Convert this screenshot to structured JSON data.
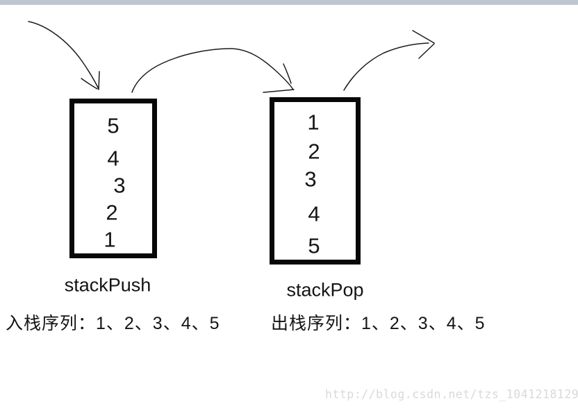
{
  "push_stack": {
    "label": "stackPush",
    "items": [
      "5",
      "4",
      "3",
      "2",
      "1"
    ],
    "sequence": "入栈序列：1、2、3、4、5"
  },
  "pop_stack": {
    "label": "stackPop",
    "items": [
      "1",
      "2",
      "3",
      "4",
      "5"
    ],
    "sequence": "出栈序列：1、2、3、4、5"
  },
  "watermark": {
    "text": "http://blog.csdn.net/tzs_1041218129",
    "color": "#d9d9d9"
  },
  "colors": {
    "ink": "#1a1a1a",
    "box_border": "#080808",
    "topbar": "#bdc7d2",
    "background": "#ffffff"
  }
}
